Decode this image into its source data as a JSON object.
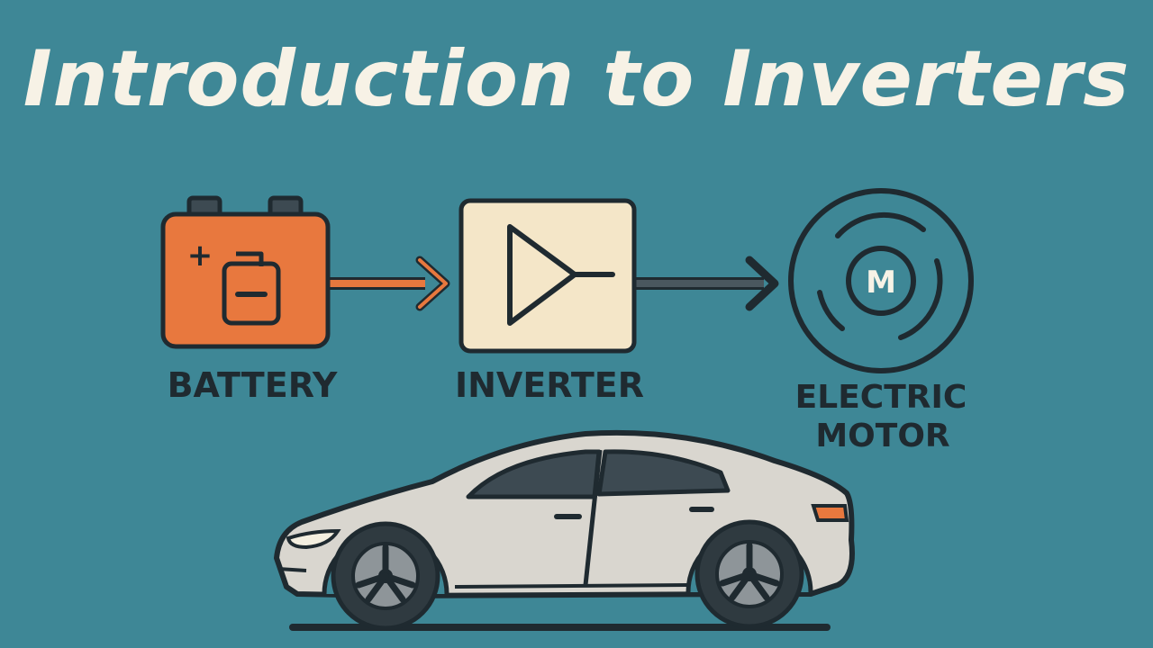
{
  "title": "Introduction to Inverters",
  "nodes": [
    {
      "id": "battery",
      "label": "BATTERY"
    },
    {
      "id": "inverter",
      "label": "INVERTER"
    },
    {
      "id": "motor",
      "label_line1": "ELECTRIC",
      "label_line2": "MOTOR",
      "symbol": "M"
    }
  ],
  "battery_symbols": {
    "plus": "+",
    "minus": "−"
  },
  "edges": [
    {
      "from": "battery",
      "to": "inverter",
      "color": "#e8783e"
    },
    {
      "from": "inverter",
      "to": "motor",
      "color": "#3d4a52"
    }
  ],
  "colors": {
    "background": "#3e8796",
    "battery": "#e8783e",
    "inverter": "#f4e6c8",
    "outline": "#1f2a30",
    "car_body": "#d9d6cf",
    "title": "#f7f2e6"
  },
  "icons": [
    "battery-icon",
    "amplifier-icon",
    "motor-icon",
    "car-icon"
  ]
}
